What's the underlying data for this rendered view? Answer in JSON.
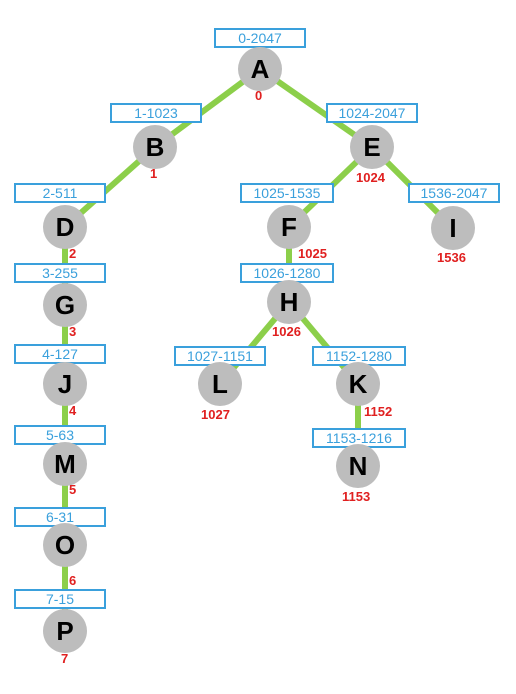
{
  "colors": {
    "edge": "#8ccf4a",
    "node": "#bdbdbd",
    "range": "#3aa0dc",
    "index": "#e02020"
  },
  "nodes": [
    {
      "id": "A",
      "range": "0-2047",
      "index": "0"
    },
    {
      "id": "B",
      "range": "1-1023",
      "index": "1"
    },
    {
      "id": "E",
      "range": "1024-2047",
      "index": "1024"
    },
    {
      "id": "D",
      "range": "2-511",
      "index": "2"
    },
    {
      "id": "F",
      "range": "1025-1535",
      "index": "1025"
    },
    {
      "id": "I",
      "range": "1536-2047",
      "index": "1536"
    },
    {
      "id": "G",
      "range": "3-255",
      "index": "3"
    },
    {
      "id": "H",
      "range": "1026-1280",
      "index": "1026"
    },
    {
      "id": "J",
      "range": "4-127",
      "index": "4"
    },
    {
      "id": "L",
      "range": "1027-1151",
      "index": "1027"
    },
    {
      "id": "K",
      "range": "1152-1280",
      "index": "1152"
    },
    {
      "id": "M",
      "range": "5-63",
      "index": "5"
    },
    {
      "id": "N",
      "range": "1153-1216",
      "index": "1153"
    },
    {
      "id": "O",
      "range": "6-31",
      "index": "6"
    },
    {
      "id": "P",
      "range": "7-15",
      "index": "7"
    }
  ],
  "edges": [
    [
      "A",
      "B"
    ],
    [
      "A",
      "E"
    ],
    [
      "B",
      "D"
    ],
    [
      "E",
      "F"
    ],
    [
      "E",
      "I"
    ],
    [
      "D",
      "G"
    ],
    [
      "F",
      "H"
    ],
    [
      "G",
      "J"
    ],
    [
      "H",
      "L"
    ],
    [
      "H",
      "K"
    ],
    [
      "J",
      "M"
    ],
    [
      "K",
      "N"
    ],
    [
      "M",
      "O"
    ],
    [
      "O",
      "P"
    ]
  ]
}
